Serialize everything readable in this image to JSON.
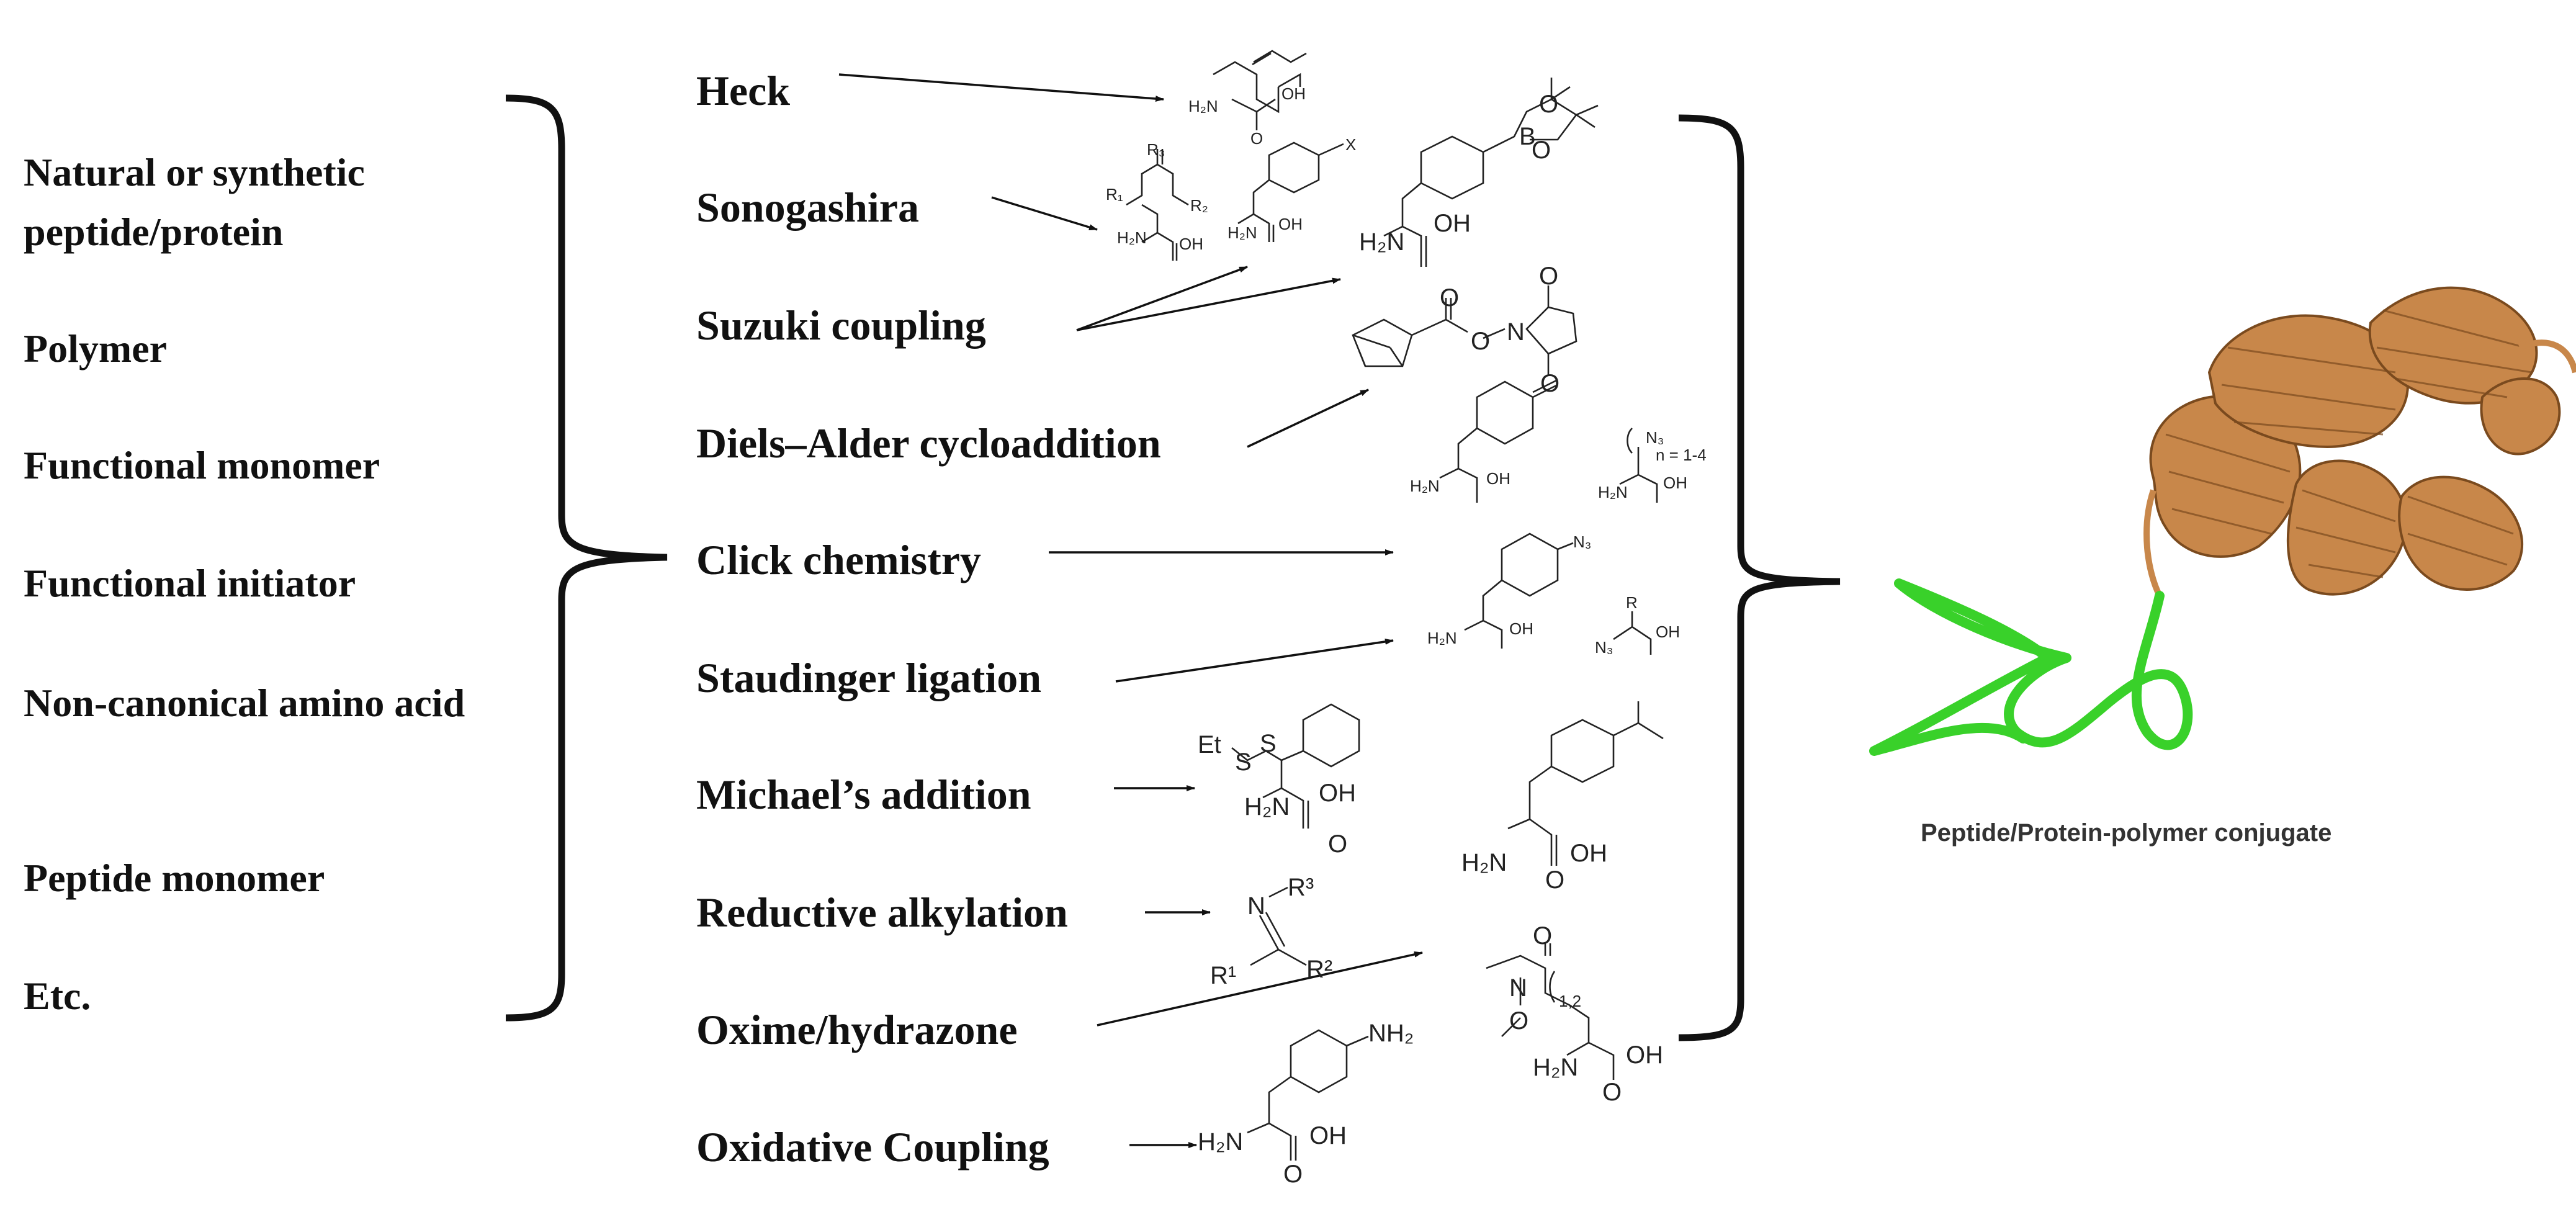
{
  "components": [
    "Natural or synthetic peptide/protein",
    "Polymer",
    "Functional monomer",
    "Functional initiator",
    "Non-canonical amino acid",
    "Peptide monomer",
    "Etc."
  ],
  "reactions": [
    "Heck",
    "Sonogashira",
    "Suzuki  coupling",
    "Diels–Alder cycloaddition",
    "Click chemistry",
    "Staudinger ligation",
    "Michael’s addition",
    "Reductive alkylation",
    "Oxime/hydrazone",
    "Oxidative Coupling"
  ],
  "structure_labels": {
    "h2n": "H₂N",
    "oh": "OH",
    "o": "O",
    "b": "B",
    "n": "N",
    "x": "X",
    "r": "R",
    "r1": "R₁",
    "r2": "R₂",
    "r3": "R₃",
    "n3": "N₃",
    "n_range": "n = 1-4",
    "ets": "Et",
    "s": "S",
    "nh2": "NH₂",
    "sup_r1": "R¹",
    "sup_r2": "R²",
    "sup_r3": "R³",
    "sub_12": "1,2"
  },
  "product_caption": "Peptide/Protein-polymer conjugate",
  "colors": {
    "text": "#111111",
    "protein": "#c8874a",
    "protein_dark": "#7a4a1e",
    "polymer": "#39d12a"
  }
}
